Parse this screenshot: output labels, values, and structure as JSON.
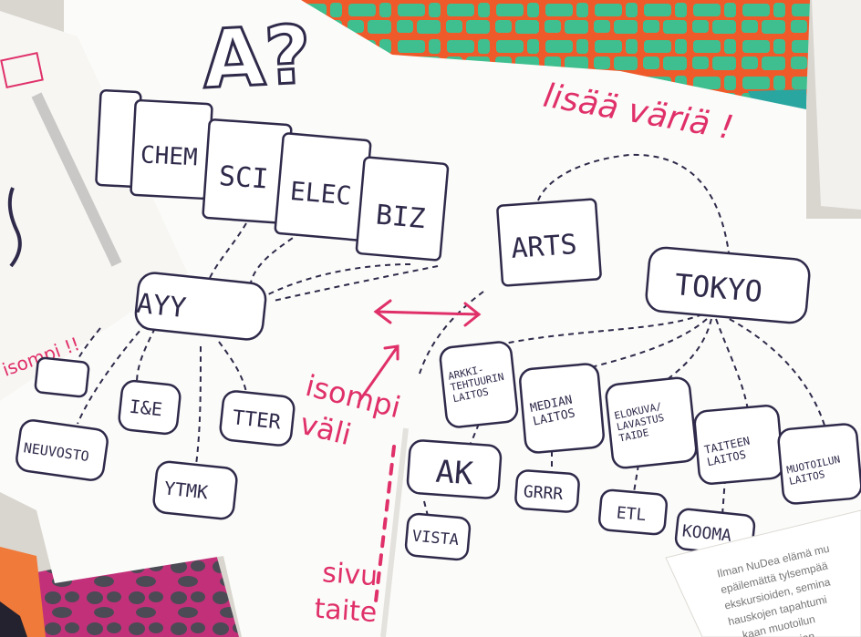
{
  "title": "A?",
  "faculties": [
    "CHEM",
    "SCI",
    "ELEC",
    "BIZ"
  ],
  "hub_label": "AYY",
  "left_nodes": [
    "I&E",
    "TTER",
    "NEUVOSTO",
    "YTMK"
  ],
  "arts_label": "ARTS",
  "tokyo_label": "TOKYO",
  "departments": [
    "ARKKI-\nTEHTUURIN\nLAITOS",
    "MEDIAN\nLAITOS",
    "ELOKUVA/\nLAVASTUS\nTAIDE",
    "TAITEEN\nLAITOS",
    "MUOTOILUN\nLAITOS"
  ],
  "sub_nodes": [
    "AK",
    "GRRR",
    "ETL",
    "KOOMA"
  ],
  "vista_label": "VISTA",
  "annotations": {
    "colour_note": "lisää väriä !",
    "spacing_note": "isompi\nväli",
    "fold_note": "sivu\ntaite",
    "left_page_note": "isompi !!"
  },
  "overlay_card_text": [
    "Ilman NuDea elämä mu",
    "epäilemättä tylsempää",
    "ekskursioiden, semina",
    "hauskojen tapahtumi",
    "kaan muotoilun",
    "n rajan"
  ],
  "colors": {
    "ink": "#2f2a4a",
    "accent_pink": "#e0306a",
    "paper": "#fbfbf9",
    "green_pattern": "#3fbf8f",
    "orange_pattern": "#ef5a2a"
  }
}
